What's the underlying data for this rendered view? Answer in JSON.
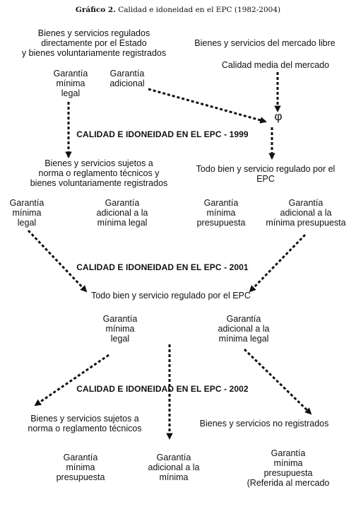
{
  "title": {
    "prefix": "Gráfico 2.",
    "text": "Calidad e idoneidad en el EPC (1982-2004)"
  },
  "section_1982": {
    "left_header": [
      "Bienes y servicios regulados",
      "directamente por el Estado",
      "y bienes voluntariamente registrados"
    ],
    "right_header": "Bienes y servicios del mercado libre",
    "minimum_legal": [
      "Garantía",
      "mínima",
      "legal"
    ],
    "additional": [
      "Garantía",
      "adicional"
    ],
    "market_quality": "Calidad media del mercado",
    "symbol": "φ"
  },
  "heading_1999": "CALIDAD E IDONEIDAD EN EL EPC - 1999",
  "section_1999": {
    "left": [
      "Bienes y servicios sujetos a",
      "norma o reglamento técnicos y",
      "bienes voluntariamente registrados"
    ],
    "right": [
      "Todo bien y servicio regulado por el",
      "EPC"
    ],
    "g1": [
      "Garantía",
      "mínima",
      "legal"
    ],
    "g2": [
      "Garantía",
      "adicional a la",
      "mínima legal"
    ],
    "g3": [
      "Garantía",
      "mínima",
      "presupuesta"
    ],
    "g4": [
      "Garantía",
      "adicional a la",
      "mínima presupuesta"
    ]
  },
  "heading_2001": "CALIDAD E IDONEIDAD EN EL EPC - 2001",
  "section_2001": {
    "center": "Todo bien y servicio regulado por el EPC",
    "g1": [
      "Garantía",
      "mínima",
      "legal"
    ],
    "g2": [
      "Garantía",
      "adicional a la",
      "mínima legal"
    ]
  },
  "heading_2002": "CALIDAD E IDONEIDAD EN EL EPC - 2002",
  "section_2002": {
    "left": [
      "Bienes y servicios sujetos a",
      "norma o reglamento técnicos"
    ],
    "right": "Bienes y servicios no registrados",
    "g1": [
      "Garantía",
      "mínima",
      "presupuesta"
    ],
    "g2": [
      "Garantía",
      "adicional a la",
      "mínima"
    ],
    "g3": [
      "Garantía",
      "mínima",
      "presupuesta",
      "(Referida al mercado"
    ]
  }
}
